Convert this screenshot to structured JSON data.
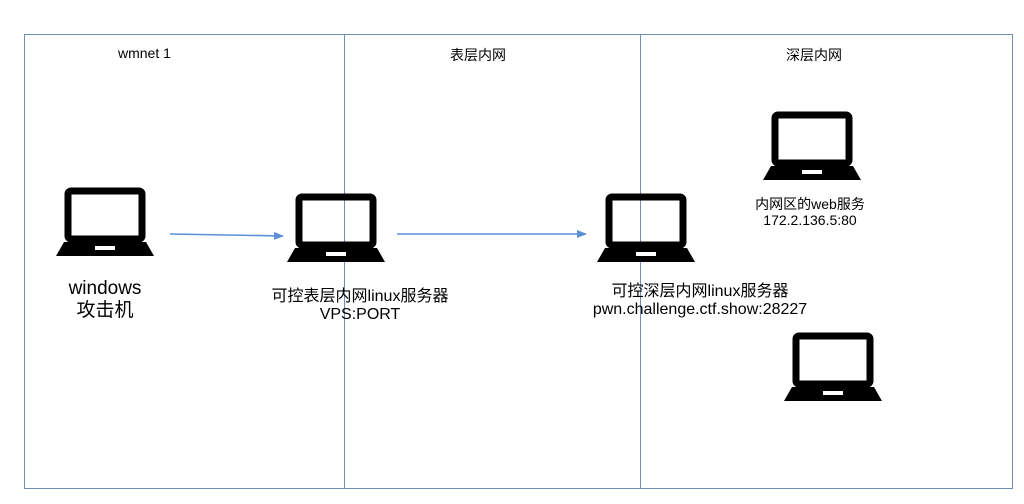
{
  "zones": [
    {
      "title": "wmnet 1"
    },
    {
      "title": "表层内网"
    },
    {
      "title": "深层内网"
    }
  ],
  "nodes": {
    "attacker": {
      "line1": "windows",
      "line2": "攻击机",
      "icon": "laptop-icon"
    },
    "surface_server": {
      "line1": "可控表层内网linux服务器",
      "line2": "VPS:PORT",
      "icon": "laptop-icon"
    },
    "deep_server": {
      "line1": "可控深层内网linux服务器",
      "line2": "pwn.challenge.ctf.show:28227",
      "icon": "laptop-icon"
    },
    "web_service": {
      "line1": "内网区的web服务",
      "line2": "172.2.136.5:80",
      "icon": "laptop-icon"
    },
    "extra_host": {
      "icon": "laptop-icon"
    }
  },
  "colors": {
    "zone_border": "#6f8fb8",
    "arrow": "#5b8fd6",
    "laptop": "#000000"
  }
}
